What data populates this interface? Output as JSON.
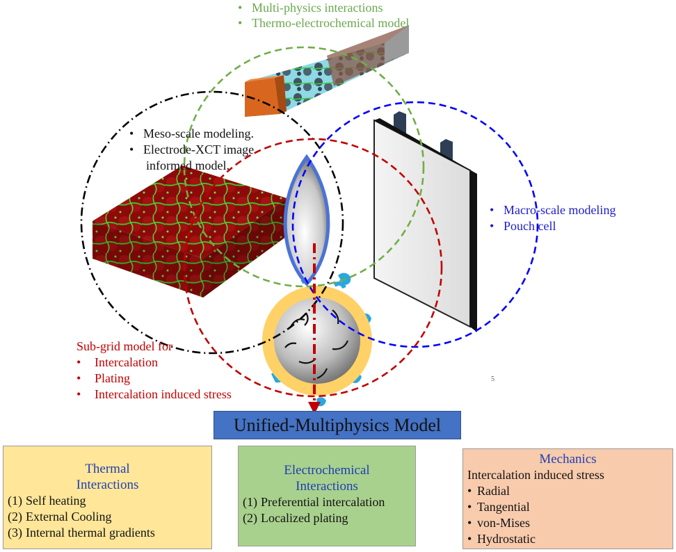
{
  "top_labels": {
    "color": "#6aa84f",
    "items": [
      "Multi-physics interactions",
      "Thermo-electrochemical model"
    ]
  },
  "meso_labels": {
    "color": "#111111",
    "items": [
      "Meso-scale modeling.",
      "Electrode-XCT image",
      "informed model."
    ]
  },
  "macro_labels": {
    "color": "#1c1ccc",
    "items": [
      "Macro-scale modeling",
      "Pouch cell"
    ]
  },
  "subgrid": {
    "color": "#c00000",
    "title": "Sub-grid model for",
    "items": [
      "Intercalation",
      "Plating",
      "Intercalation induced stress"
    ]
  },
  "slide_number": "5",
  "unified_title": "Unified-Multiphysics Model",
  "boxes": {
    "thermal": {
      "title": [
        "Thermal",
        "Interactions"
      ],
      "items": [
        {
          "num": "(1)",
          "text": "Self heating"
        },
        {
          "num": "(2)",
          "text": "External Cooling"
        },
        {
          "num": "(3)",
          "text": "Internal thermal gradients"
        }
      ],
      "fill": "#ffe699"
    },
    "electrochemical": {
      "title": [
        "Electrochemical",
        "Interactions"
      ],
      "items": [
        {
          "num": "(1)",
          "text": "Preferential intercalation"
        },
        {
          "num": "(2)",
          "text": "Localized plating"
        }
      ],
      "fill": "#a9d18e"
    },
    "mechanics": {
      "title": "Mechanics",
      "subtitle": "Intercalation induced stress",
      "items": [
        "Radial",
        "Tangential",
        "von-Mises",
        "Hydrostatic"
      ],
      "fill": "#f8cbad"
    }
  },
  "circle_colors": {
    "meso": "#000000",
    "multiphysics": "#70ad47",
    "macro": "#0000ff",
    "subgrid": "#c00000"
  }
}
